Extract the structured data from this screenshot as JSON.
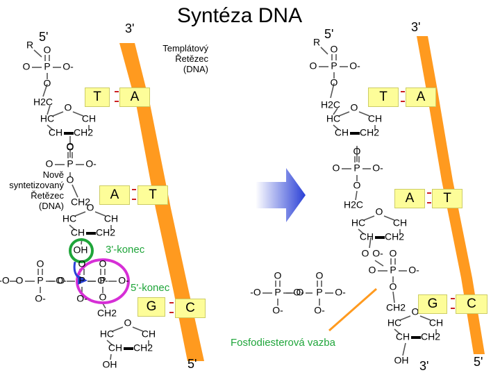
{
  "title": "Syntéza DNA",
  "ends": {
    "five": "5'",
    "three": "3'"
  },
  "template_label": [
    "Templátový",
    "Řetězec",
    "(DNA)"
  ],
  "new_strand_label": [
    "Nově",
    "syntetizovaný",
    "Řetězec",
    "(DNA)"
  ],
  "three_end_label": "3'-konec",
  "five_end_label": "5'-konec",
  "phosphodiester_label": "Fosfodiesterová vazba",
  "bases": {
    "T": "T",
    "A": "A",
    "G": "G",
    "C": "C"
  },
  "atoms": {
    "R": "R",
    "O": "O",
    "P": "P",
    "O_minus": "O-",
    "minus_O": "-O",
    "H2C": "H2C",
    "CH2": "CH2",
    "HC": "HC",
    "CH": "CH",
    "OH": "OH"
  },
  "colors": {
    "strand": "#ff9a1f",
    "base_box": "#fdfd99",
    "three_end_circle": "#1fa53a",
    "five_end_circle": "#d62fd6",
    "arrow": "#2a40d6",
    "bond": "#cc2222"
  }
}
